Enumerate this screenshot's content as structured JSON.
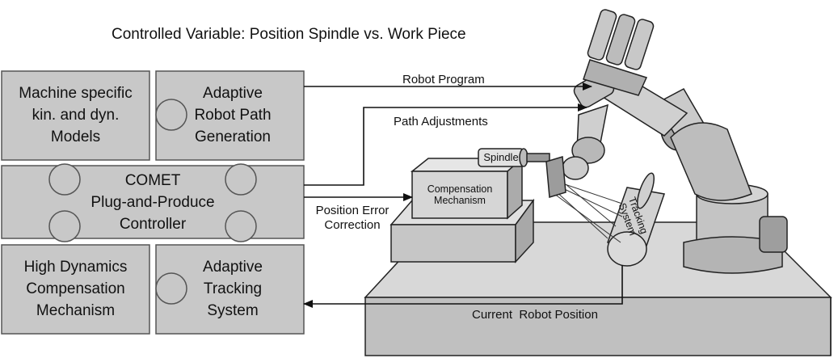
{
  "title": "Controlled Variable: Position Spindle vs. Work Piece",
  "puzzle": {
    "top_left": [
      "Machine specific",
      "kin. and dyn.",
      "Models"
    ],
    "top_right": [
      "Adaptive",
      "Robot Path",
      "Generation"
    ],
    "center": [
      "COMET",
      "Plug-and-Produce",
      "Controller"
    ],
    "bottom_left": [
      "High Dynamics",
      "Compensation",
      "Mechanism"
    ],
    "bottom_right": [
      "Adaptive",
      "Tracking",
      "System"
    ]
  },
  "arrows": {
    "robot_program": "Robot Program",
    "path_adjustments": "Path Adjustments",
    "position_error": [
      "Position Error",
      "Correction"
    ],
    "current_position": "Current  Robot Position"
  },
  "machine": {
    "spindle": "Spindle",
    "compensation": [
      "Compensation",
      "Mechanism"
    ],
    "tracking": [
      "Tracking",
      "System"
    ]
  },
  "colors": {
    "puzzle_fill": "#c8c8c8",
    "puzzle_stroke": "#555555",
    "machine_fill": "#d4d4d4",
    "line": "#111111"
  }
}
